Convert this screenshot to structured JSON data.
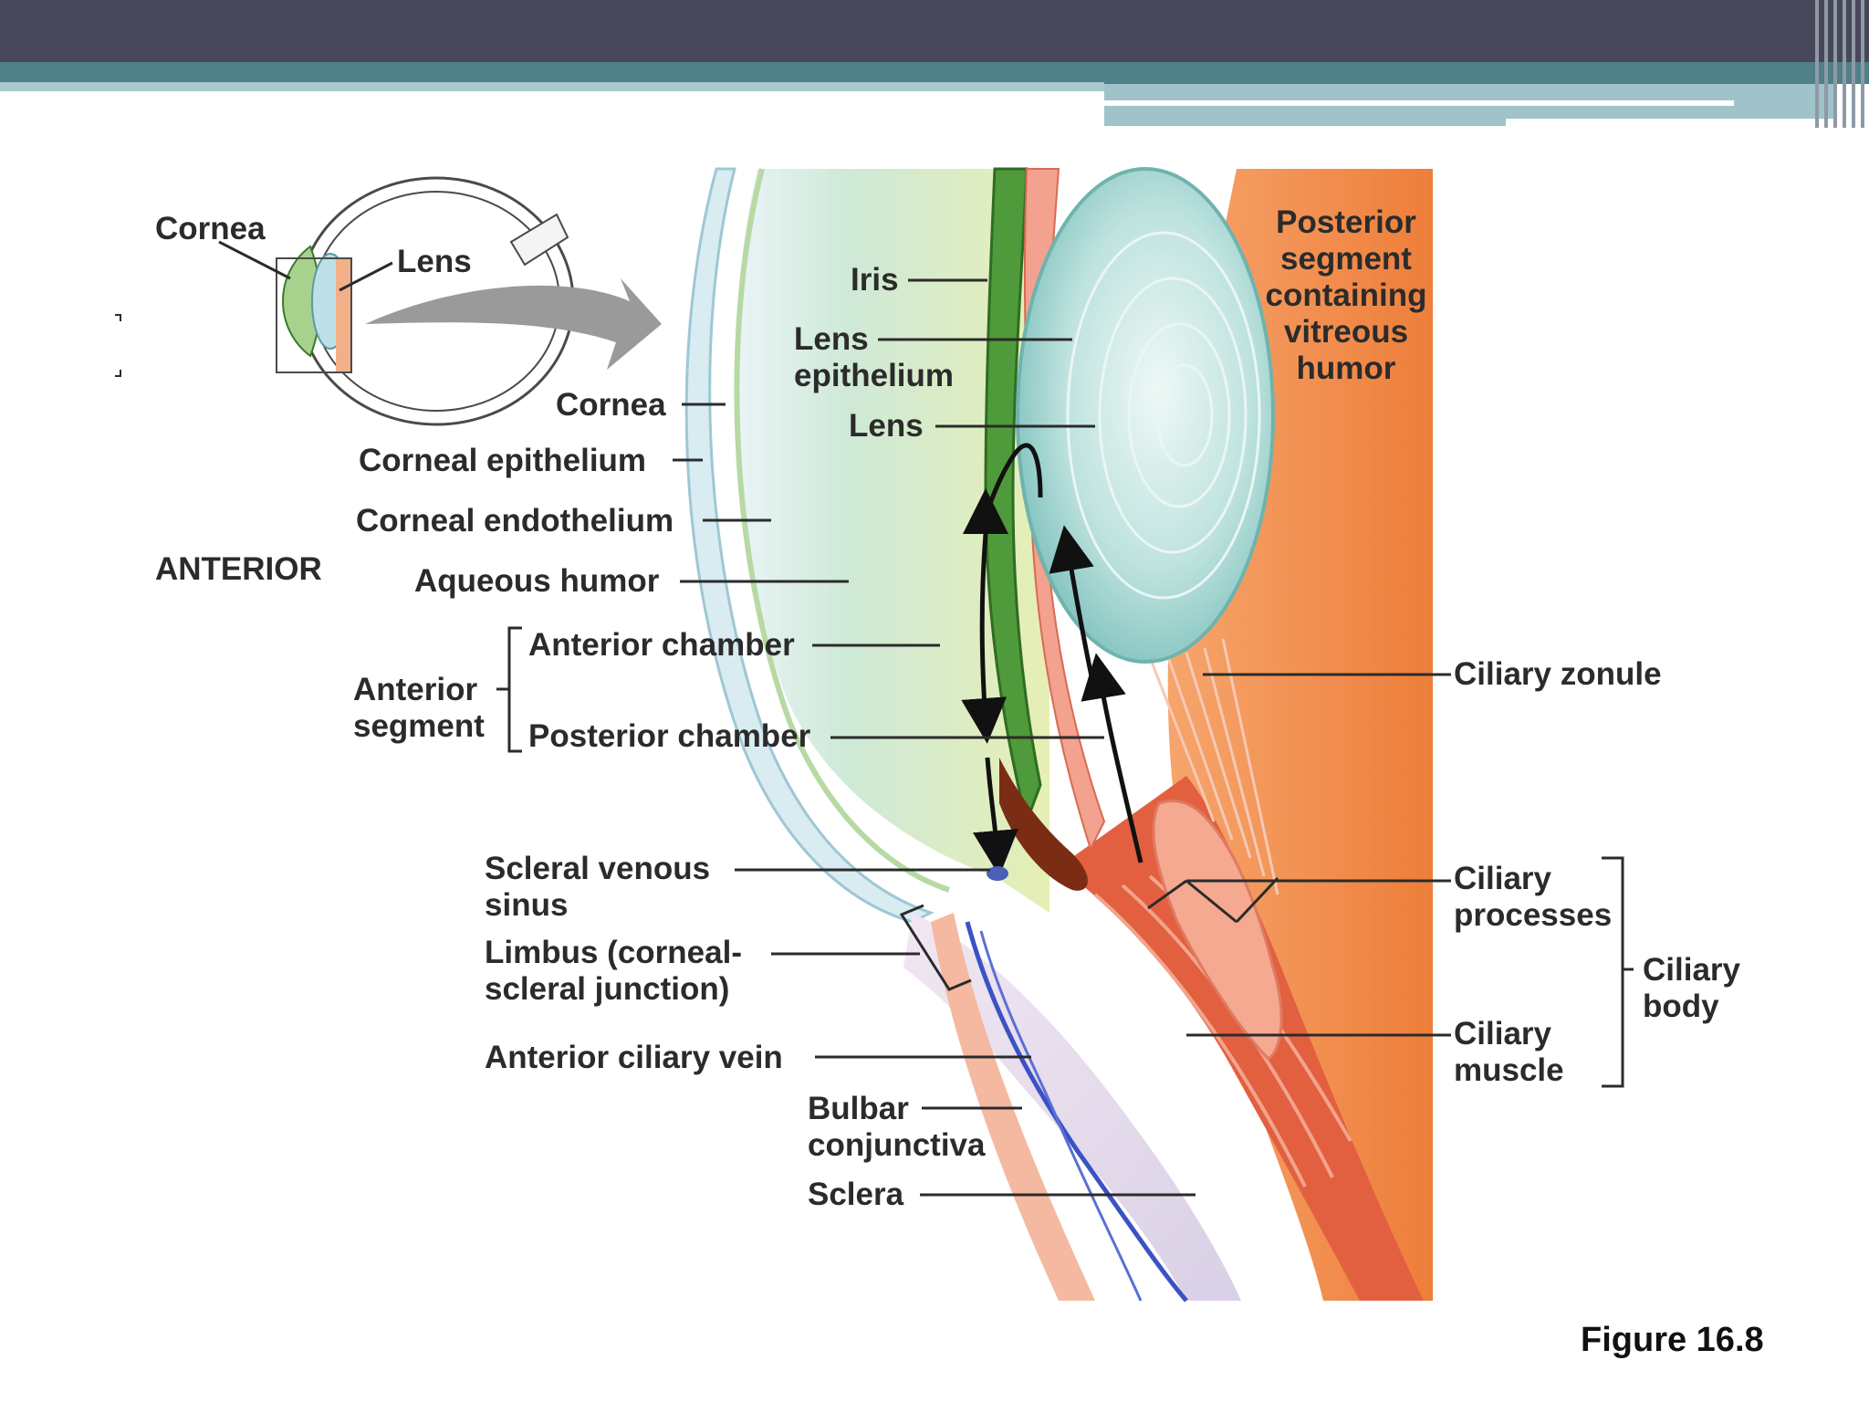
{
  "figure_caption": "Figure 16.8",
  "labels": {
    "inset_cornea": "Cornea",
    "inset_lens": "Lens",
    "iris": "Iris",
    "lens_epithelium_1": "Lens",
    "lens_epithelium_2": "epithelium",
    "lens": "Lens",
    "cornea": "Cornea",
    "corneal_epithelium": "Corneal epithelium",
    "corneal_endothelium": "Corneal endothelium",
    "anterior": "ANTERIOR",
    "aqueous_humor": "Aqueous humor",
    "anterior_chamber": "Anterior chamber",
    "anterior_segment_1": "Anterior",
    "anterior_segment_2": "segment",
    "posterior_chamber": "Posterior chamber",
    "posterior_segment_1": "Posterior",
    "posterior_segment_2": "segment",
    "posterior_segment_3": "containing",
    "posterior_segment_4": "vitreous",
    "posterior_segment_5": "humor",
    "ciliary_zonule": "Ciliary zonule",
    "scleral_venous_sinus_1": "Scleral venous",
    "scleral_venous_sinus_2": "sinus",
    "limbus_1": "Limbus (corneal-",
    "limbus_2": "scleral junction)",
    "anterior_ciliary_vein": "Anterior ciliary vein",
    "bulbar_conjunctiva_1": "Bulbar",
    "bulbar_conjunctiva_2": "conjunctiva",
    "sclera": "Sclera",
    "ciliary_processes_1": "Ciliary",
    "ciliary_processes_2": "processes",
    "ciliary_muscle_1": "Ciliary",
    "ciliary_muscle_2": "muscle",
    "ciliary_body_1": "Ciliary",
    "ciliary_body_2": "body"
  },
  "colors": {
    "header": "#474759",
    "teal_stripe": "#4f8088",
    "sclera_orange": "#f08a4b",
    "lens_blue": "#b9e0de",
    "iris_green": "#4f9a3a",
    "ciliary_red": "#e0573c",
    "aqueous_green": "#e4efc6"
  }
}
